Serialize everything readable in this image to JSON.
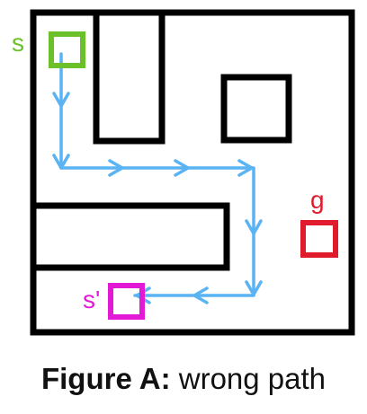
{
  "labels": {
    "start": "s",
    "goal": "g",
    "end": "s'"
  },
  "caption": {
    "bold": "Figure A:",
    "rest": "wrong path"
  },
  "colors": {
    "walls": "#000000",
    "start": "#6cc12a",
    "goal": "#e01b2c",
    "end": "#e31ad5",
    "path": "#5ab3f2"
  }
}
